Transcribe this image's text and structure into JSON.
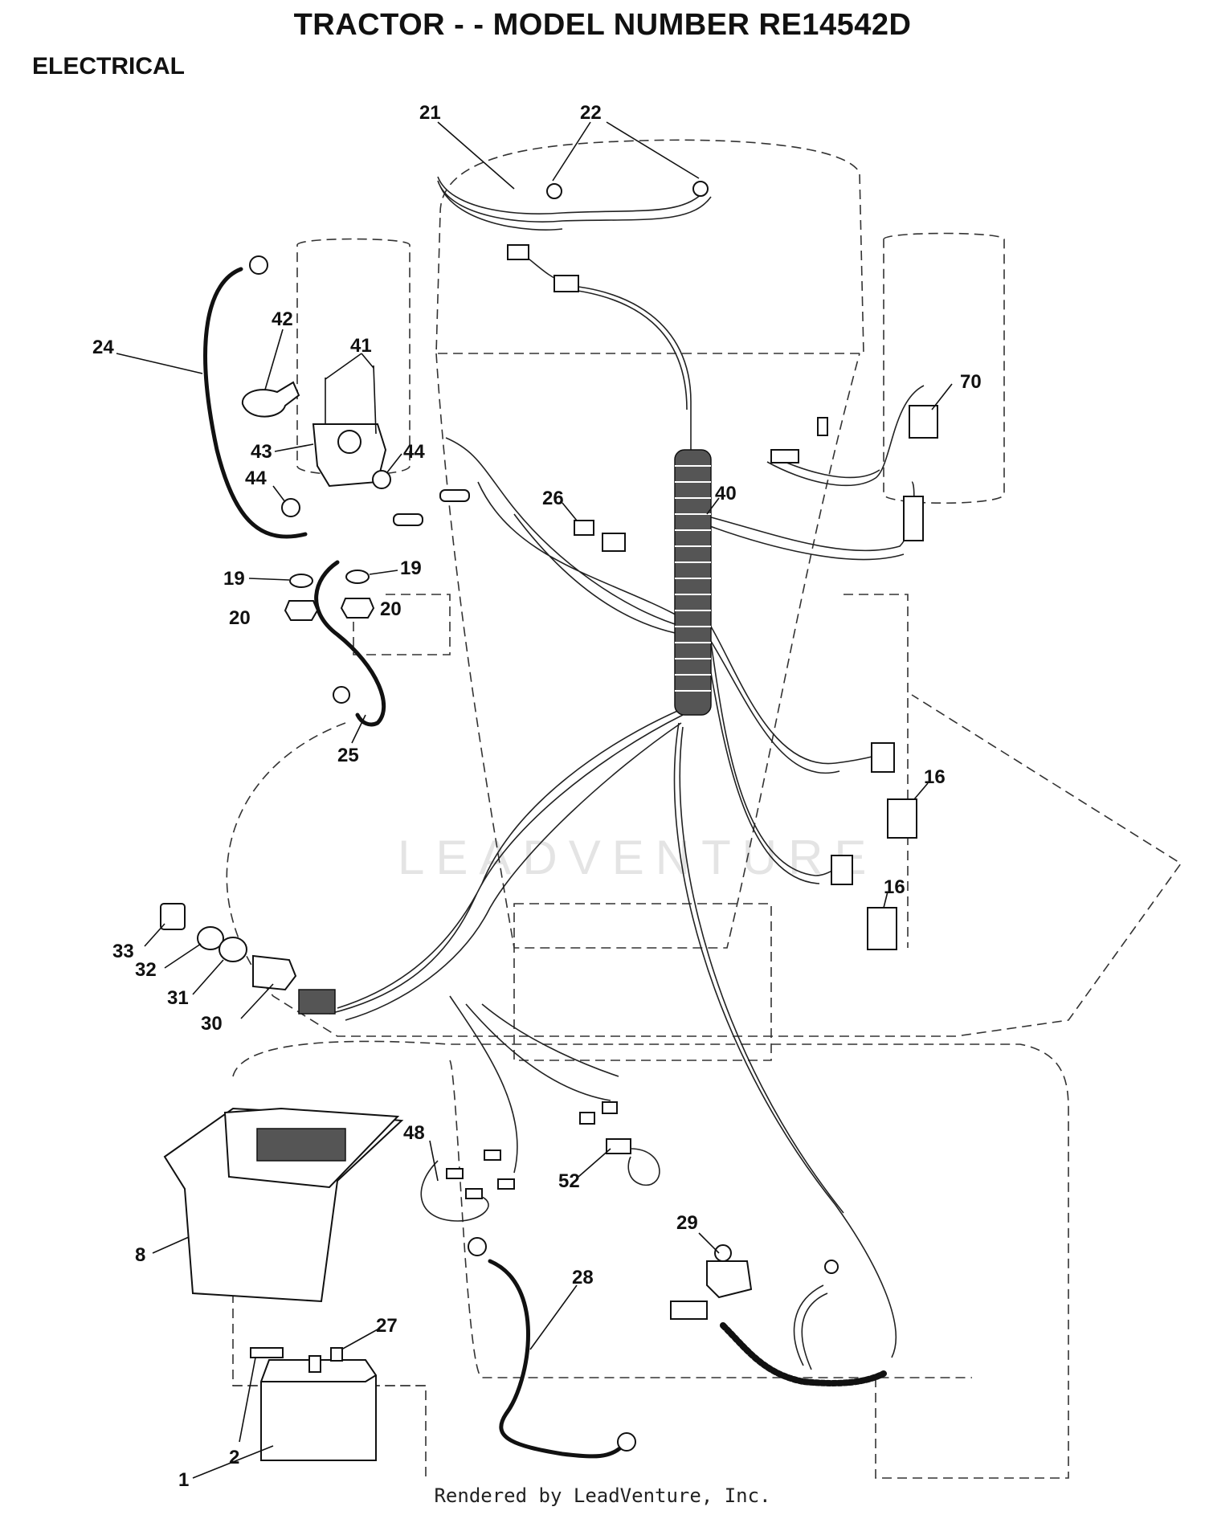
{
  "header": {
    "title": "TRACTOR - - MODEL NUMBER RE14542D",
    "section": "ELECTRICAL"
  },
  "watermark": "LEADVENTURE",
  "footer": "Rendered by LeadVenture, Inc.",
  "callouts": {
    "c1": "1",
    "c2": "2",
    "c8": "8",
    "c16a": "16",
    "c16b": "16",
    "c19a": "19",
    "c19b": "19",
    "c20a": "20",
    "c20b": "20",
    "c21": "21",
    "c22": "22",
    "c24": "24",
    "c25": "25",
    "c26": "26",
    "c27": "27",
    "c28": "28",
    "c29": "29",
    "c30": "30",
    "c31": "31",
    "c32": "32",
    "c33": "33",
    "c40": "40",
    "c41": "41",
    "c42": "42",
    "c43": "43",
    "c44a": "44",
    "c44b": "44",
    "c48": "48",
    "c52": "52",
    "c70": "70"
  }
}
